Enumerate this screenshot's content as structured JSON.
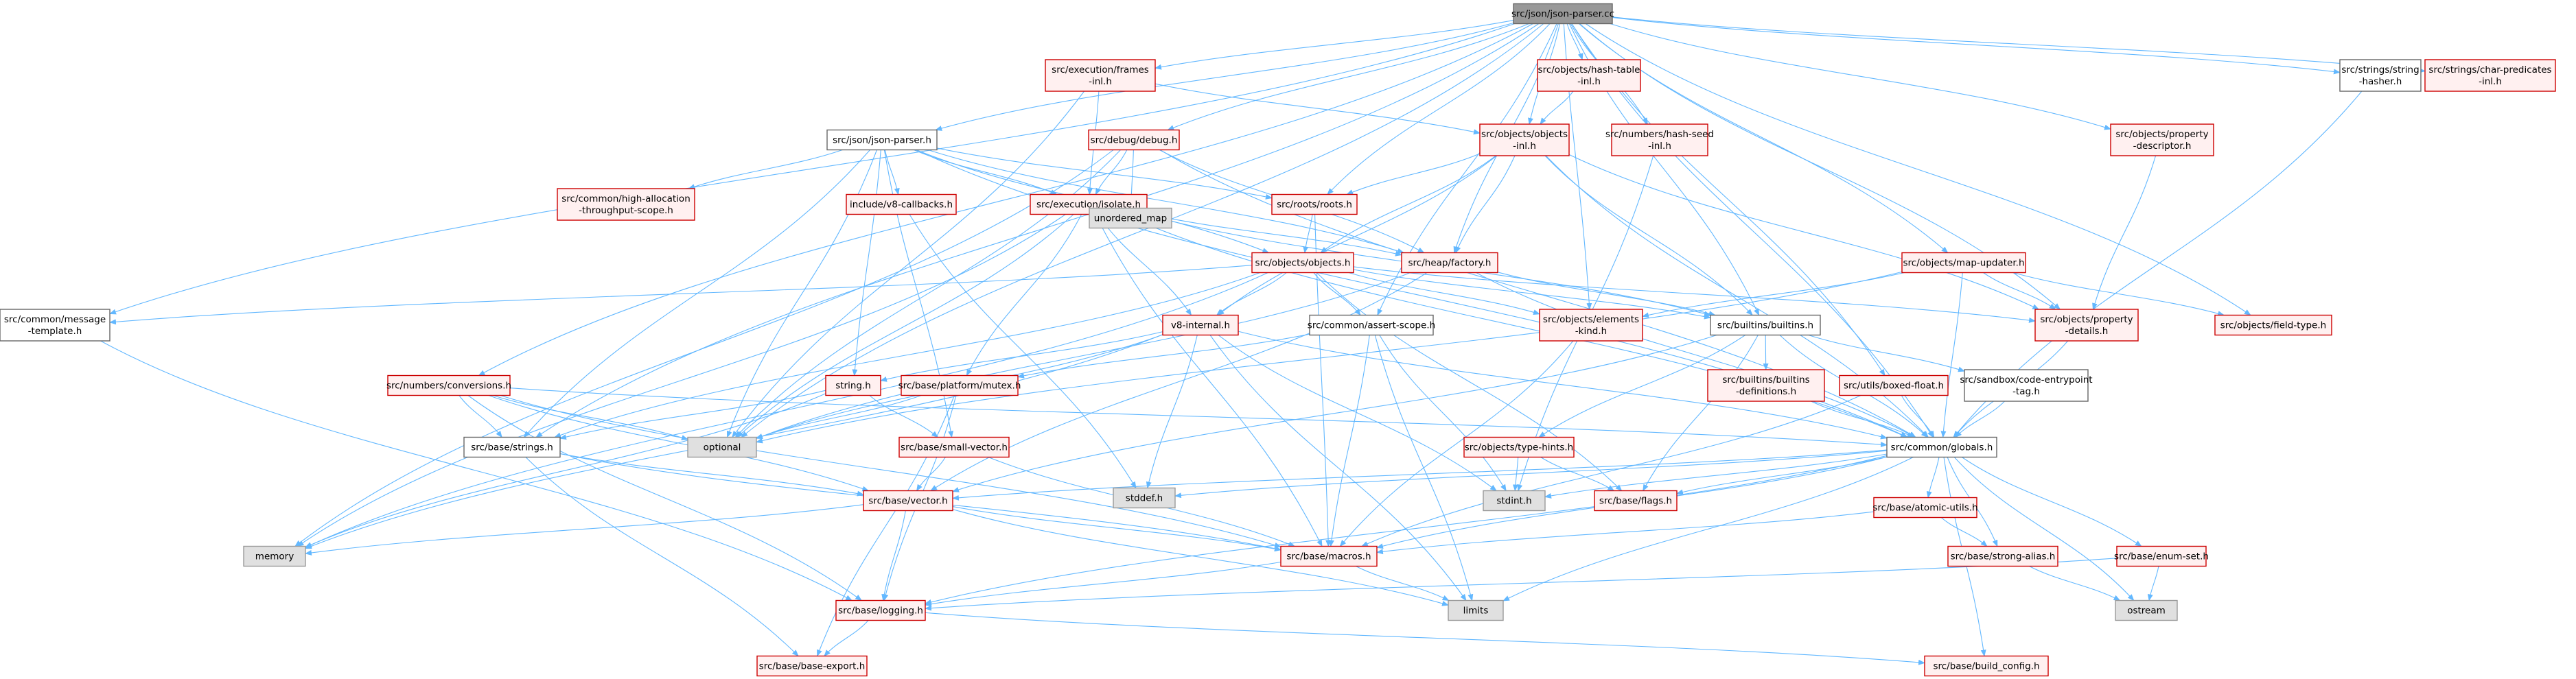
{
  "colors": {
    "edge": "#63b8ff",
    "root_fill": "#999999",
    "root_stroke": "#666666",
    "red_fill": "#fff0f0",
    "red_stroke": "#cc0000",
    "plain_fill": "#ffffff",
    "plain_stroke": "#666666",
    "gray_fill": "#e0e0e0",
    "gray_stroke": "#999999"
  },
  "nodes": {
    "root": {
      "lines": [
        "src/json/json-parser.cc"
      ],
      "style": "root"
    },
    "exec_frames": {
      "lines": [
        "src/execution/frames",
        "-inl.h"
      ],
      "style": "red"
    },
    "hash_table": {
      "lines": [
        "src/objects/hash-table",
        "-inl.h"
      ],
      "style": "red"
    },
    "strings_hasher": {
      "lines": [
        "src/strings/string",
        "-hasher.h"
      ],
      "style": "plain"
    },
    "char_pred": {
      "lines": [
        "src/strings/char-predicates",
        "-inl.h"
      ],
      "style": "red"
    },
    "objects_inl": {
      "lines": [
        "src/objects/objects",
        "-inl.h"
      ],
      "style": "red"
    },
    "hash_seed": {
      "lines": [
        "src/numbers/hash-seed",
        "-inl.h"
      ],
      "style": "red"
    },
    "prop_desc": {
      "lines": [
        "src/objects/property",
        "-descriptor.h"
      ],
      "style": "red"
    },
    "json_parser_h": {
      "lines": [
        "src/json/json-parser.h"
      ],
      "style": "plain"
    },
    "debug": {
      "lines": [
        "src/debug/debug.h"
      ],
      "style": "red"
    },
    "high_alloc": {
      "lines": [
        "src/common/high-allocation",
        "-throughput-scope.h"
      ],
      "style": "red"
    },
    "v8_callbacks": {
      "lines": [
        "include/v8-callbacks.h"
      ],
      "style": "red"
    },
    "isolate": {
      "lines": [
        "src/execution/isolate.h"
      ],
      "style": "red"
    },
    "roots": {
      "lines": [
        "src/roots/roots.h"
      ],
      "style": "red"
    },
    "unordered_map": {
      "lines": [
        "unordered_map"
      ],
      "style": "gray"
    },
    "factory": {
      "lines": [
        "src/heap/factory.h"
      ],
      "style": "red"
    },
    "objects_h": {
      "lines": [
        "src/objects/objects.h"
      ],
      "style": "red"
    },
    "map_updater": {
      "lines": [
        "src/objects/map-updater.h"
      ],
      "style": "red"
    },
    "msg_template": {
      "lines": [
        "src/common/message",
        "-template.h"
      ],
      "style": "plain"
    },
    "v8_internal": {
      "lines": [
        "v8-internal.h"
      ],
      "style": "red"
    },
    "assert_scope": {
      "lines": [
        "src/common/assert-scope.h"
      ],
      "style": "plain"
    },
    "elements_kind": {
      "lines": [
        "src/objects/elements",
        "-kind.h"
      ],
      "style": "red"
    },
    "builtins": {
      "lines": [
        "src/builtins/builtins.h"
      ],
      "style": "plain"
    },
    "prop_details": {
      "lines": [
        "src/objects/property",
        "-details.h"
      ],
      "style": "red"
    },
    "field_type": {
      "lines": [
        "src/objects/field-type.h"
      ],
      "style": "red"
    },
    "string_h": {
      "lines": [
        "string.h"
      ],
      "style": "red"
    },
    "platform_mutex": {
      "lines": [
        "src/base/platform/mutex.h"
      ],
      "style": "red"
    },
    "conversions": {
      "lines": [
        "src/numbers/conversions.h"
      ],
      "style": "red"
    },
    "builtins_def": {
      "lines": [
        "src/builtins/builtins",
        "-definitions.h"
      ],
      "style": "red"
    },
    "boxed_float": {
      "lines": [
        "src/utils/boxed-float.h"
      ],
      "style": "red"
    },
    "code_entrypoint": {
      "lines": [
        "src/sandbox/code-entrypoint",
        "-tag.h"
      ],
      "style": "plain"
    },
    "optional": {
      "lines": [
        "optional"
      ],
      "style": "gray"
    },
    "base_strings": {
      "lines": [
        "src/base/strings.h"
      ],
      "style": "plain"
    },
    "small_vector": {
      "lines": [
        "src/base/small-vector.h"
      ],
      "style": "red"
    },
    "type_hints": {
      "lines": [
        "src/objects/type-hints.h"
      ],
      "style": "red"
    },
    "globals": {
      "lines": [
        "src/common/globals.h"
      ],
      "style": "plain"
    },
    "stddef": {
      "lines": [
        "stddef.h"
      ],
      "style": "gray"
    },
    "stdint": {
      "lines": [
        "stdint.h"
      ],
      "style": "gray"
    },
    "base_flags": {
      "lines": [
        "src/base/flags.h"
      ],
      "style": "red"
    },
    "base_vector": {
      "lines": [
        "src/base/vector.h"
      ],
      "style": "red"
    },
    "memory": {
      "lines": [
        "memory"
      ],
      "style": "gray"
    },
    "atomic_utils": {
      "lines": [
        "src/base/atomic-utils.h"
      ],
      "style": "red"
    },
    "base_macros": {
      "lines": [
        "src/base/macros.h"
      ],
      "style": "red"
    },
    "strong_alias": {
      "lines": [
        "src/base/strong-alias.h"
      ],
      "style": "red"
    },
    "enum_set": {
      "lines": [
        "src/base/enum-set.h"
      ],
      "style": "red"
    },
    "limits": {
      "lines": [
        "limits"
      ],
      "style": "gray"
    },
    "ostream": {
      "lines": [
        "ostream"
      ],
      "style": "gray"
    },
    "base_logging": {
      "lines": [
        "src/base/logging.h"
      ],
      "style": "red"
    },
    "base_export": {
      "lines": [
        "src/base/base-export.h"
      ],
      "style": "red"
    },
    "build_config": {
      "lines": [
        "src/base/build_config.h"
      ],
      "style": "red"
    }
  },
  "edges": [
    [
      "root",
      "exec_frames"
    ],
    [
      "root",
      "hash_table"
    ],
    [
      "root",
      "strings_hasher"
    ],
    [
      "root",
      "char_pred"
    ],
    [
      "root",
      "objects_inl"
    ],
    [
      "root",
      "hash_seed"
    ],
    [
      "root",
      "prop_desc"
    ],
    [
      "root",
      "json_parser_h"
    ],
    [
      "root",
      "debug"
    ],
    [
      "root",
      "roots"
    ],
    [
      "root",
      "factory"
    ],
    [
      "root",
      "map_updater"
    ],
    [
      "root",
      "msg_template"
    ],
    [
      "root",
      "assert_scope"
    ],
    [
      "root",
      "elements_kind"
    ],
    [
      "root",
      "builtins"
    ],
    [
      "root",
      "prop_details"
    ],
    [
      "root",
      "field_type"
    ],
    [
      "root",
      "conversions"
    ],
    [
      "root",
      "boxed_float"
    ],
    [
      "root",
      "optional"
    ],
    [
      "root",
      "base_strings"
    ],
    [
      "root",
      "globals"
    ],
    [
      "exec_frames",
      "objects_inl"
    ],
    [
      "exec_frames",
      "isolate"
    ],
    [
      "exec_frames",
      "optional"
    ],
    [
      "hash_table",
      "objects_inl"
    ],
    [
      "strings_hasher",
      "globals"
    ],
    [
      "hash_seed",
      "stdint"
    ],
    [
      "prop_desc",
      "prop_details"
    ],
    [
      "objects_inl",
      "roots"
    ],
    [
      "objects_inl",
      "factory"
    ],
    [
      "objects_inl",
      "objects_h"
    ],
    [
      "objects_inl",
      "builtins"
    ],
    [
      "objects_inl",
      "prop_details"
    ],
    [
      "objects_inl",
      "v8_internal"
    ],
    [
      "objects_inl",
      "globals"
    ],
    [
      "json_parser_h",
      "high_alloc"
    ],
    [
      "json_parser_h",
      "v8_callbacks"
    ],
    [
      "json_parser_h",
      "isolate"
    ],
    [
      "json_parser_h",
      "roots"
    ],
    [
      "json_parser_h",
      "factory"
    ],
    [
      "json_parser_h",
      "objects_h"
    ],
    [
      "json_parser_h",
      "string_h"
    ],
    [
      "json_parser_h",
      "small_vector"
    ],
    [
      "json_parser_h",
      "optional"
    ],
    [
      "json_parser_h",
      "base_strings"
    ],
    [
      "json_parser_h",
      "globals"
    ],
    [
      "debug",
      "isolate"
    ],
    [
      "debug",
      "unordered_map"
    ],
    [
      "debug",
      "optional"
    ],
    [
      "debug",
      "memory"
    ],
    [
      "debug",
      "globals"
    ],
    [
      "debug",
      "factory"
    ],
    [
      "v8_callbacks",
      "stddef"
    ],
    [
      "isolate",
      "unordered_map"
    ],
    [
      "isolate",
      "factory"
    ],
    [
      "isolate",
      "v8_internal"
    ],
    [
      "isolate",
      "builtins"
    ],
    [
      "isolate",
      "platform_mutex"
    ],
    [
      "isolate",
      "memory"
    ],
    [
      "isolate",
      "optional"
    ],
    [
      "isolate",
      "base_macros"
    ],
    [
      "isolate",
      "globals"
    ],
    [
      "roots",
      "objects_h"
    ],
    [
      "roots",
      "base_macros"
    ],
    [
      "factory",
      "builtins"
    ],
    [
      "factory",
      "base_vector"
    ],
    [
      "factory",
      "globals"
    ],
    [
      "factory",
      "optional"
    ],
    [
      "objects_h",
      "v8_internal"
    ],
    [
      "objects_h",
      "assert_scope"
    ],
    [
      "objects_h",
      "elements_kind"
    ],
    [
      "objects_h",
      "prop_details"
    ],
    [
      "objects_h",
      "builtins"
    ],
    [
      "objects_h",
      "msg_template"
    ],
    [
      "objects_h",
      "base_flags"
    ],
    [
      "objects_h",
      "memory"
    ],
    [
      "objects_h",
      "base_strings"
    ],
    [
      "map_updater",
      "elements_kind"
    ],
    [
      "map_updater",
      "prop_details"
    ],
    [
      "map_updater",
      "field_type"
    ],
    [
      "map_updater",
      "globals"
    ],
    [
      "map_updater",
      "optional"
    ],
    [
      "msg_template",
      "base_logging"
    ],
    [
      "v8_internal",
      "stddef"
    ],
    [
      "v8_internal",
      "stdint"
    ],
    [
      "v8_internal",
      "string_h"
    ],
    [
      "v8_internal",
      "memory"
    ],
    [
      "v8_internal",
      "optional"
    ],
    [
      "v8_internal",
      "limits"
    ],
    [
      "v8_internal",
      "globals"
    ],
    [
      "assert_scope",
      "platform_mutex"
    ],
    [
      "assert_scope",
      "base_macros"
    ],
    [
      "assert_scope",
      "stdint"
    ],
    [
      "assert_scope",
      "limits"
    ],
    [
      "elements_kind",
      "base_macros"
    ],
    [
      "builtins",
      "builtins_def"
    ],
    [
      "builtins",
      "code_entrypoint"
    ],
    [
      "builtins",
      "type_hints"
    ],
    [
      "builtins",
      "globals"
    ],
    [
      "builtins",
      "base_flags"
    ],
    [
      "builtins",
      "base_vector"
    ],
    [
      "prop_details",
      "globals"
    ],
    [
      "string_h",
      "base_strings"
    ],
    [
      "string_h",
      "small_vector"
    ],
    [
      "string_h",
      "memory"
    ],
    [
      "platform_mutex",
      "base_logging"
    ],
    [
      "platform_mutex",
      "optional"
    ],
    [
      "platform_mutex",
      "base_export"
    ],
    [
      "conversions",
      "base_strings"
    ],
    [
      "conversions",
      "base_vector"
    ],
    [
      "conversions",
      "globals"
    ],
    [
      "conversions",
      "optional"
    ],
    [
      "conversions",
      "base_logging"
    ],
    [
      "conversions",
      "base_macros"
    ],
    [
      "builtins_def",
      "globals"
    ],
    [
      "boxed_float",
      "globals"
    ],
    [
      "boxed_float",
      "base_macros"
    ],
    [
      "code_entrypoint",
      "globals"
    ],
    [
      "base_strings",
      "base_vector"
    ],
    [
      "base_strings",
      "base_export"
    ],
    [
      "base_strings",
      "base_macros"
    ],
    [
      "small_vector",
      "base_vector"
    ],
    [
      "small_vector",
      "base_macros"
    ],
    [
      "type_hints",
      "base_flags"
    ],
    [
      "type_hints",
      "stdint"
    ],
    [
      "globals",
      "stddef"
    ],
    [
      "globals",
      "stdint"
    ],
    [
      "globals",
      "base_flags"
    ],
    [
      "globals",
      "base_vector"
    ],
    [
      "globals",
      "atomic_utils"
    ],
    [
      "globals",
      "base_macros"
    ],
    [
      "globals",
      "strong_alias"
    ],
    [
      "globals",
      "enum_set"
    ],
    [
      "globals",
      "limits"
    ],
    [
      "globals",
      "ostream"
    ],
    [
      "globals",
      "build_config"
    ],
    [
      "globals",
      "base_logging"
    ],
    [
      "base_vector",
      "memory"
    ],
    [
      "base_vector",
      "base_logging"
    ],
    [
      "base_vector",
      "base_macros"
    ],
    [
      "base_vector",
      "limits"
    ],
    [
      "atomic_utils",
      "base_macros"
    ],
    [
      "atomic_utils",
      "strong_alias"
    ],
    [
      "base_macros",
      "base_logging"
    ],
    [
      "base_macros",
      "limits"
    ],
    [
      "strong_alias",
      "ostream"
    ],
    [
      "enum_set",
      "ostream"
    ],
    [
      "enum_set",
      "base_logging"
    ],
    [
      "base_logging",
      "base_export"
    ],
    [
      "base_logging",
      "build_config"
    ]
  ]
}
